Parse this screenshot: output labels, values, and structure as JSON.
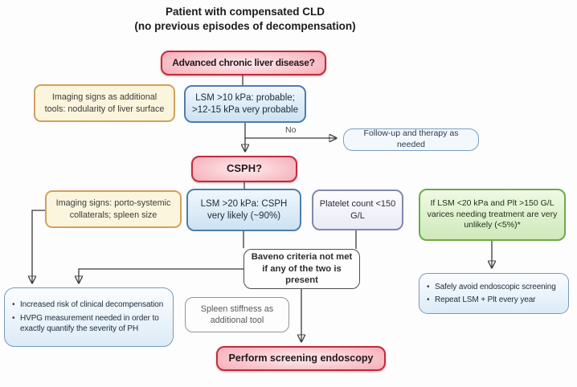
{
  "title": {
    "line1": "Patient with compensated CLD",
    "line2": "(no previous episodes of decompensation)"
  },
  "edge_labels": {
    "no": "No"
  },
  "nodes": {
    "advanced_cld": {
      "label": "Advanced chronic liver disease?"
    },
    "imaging_tools": {
      "label": "Imaging signs as additional tools: nodularity of liver surface"
    },
    "lsm10": {
      "label": "LSM >10 kPa: probable; >12-15 kPa very probable"
    },
    "follow_up": {
      "label": "Follow-up and therapy as needed"
    },
    "csph": {
      "label": "CSPH?"
    },
    "imaging_signs": {
      "label": "Imaging signs: porto-systemic collaterals; spleen size"
    },
    "lsm20": {
      "label": "LSM >20 kPa: CSPH very likely (~90%)"
    },
    "platelet": {
      "label": "Platelet count <150 G/L"
    },
    "lsm_plt_rule": {
      "label": "If LSM <20 kPa and Plt >150 G/L varices needing treatment are very unlikely (<5%)*"
    },
    "baveno": {
      "label": "Baveno criteria not met if any of the two is present"
    },
    "increased_risk": {
      "bullets": [
        "Increased risk of clinical decompensation",
        "HVPG measurement needed in order to exactly quantify the severity of PH"
      ]
    },
    "spleen_stiffness": {
      "label": "Spleen stiffness as additional tool"
    },
    "avoid_screening": {
      "bullets": [
        "Safely avoid endoscopic screening",
        "Repeat LSM + Plt every year"
      ]
    },
    "perform_endoscopy": {
      "label": "Perform screening endoscopy"
    }
  },
  "colors": {
    "red_border": "#c32b3e",
    "red_fill": "#f7b6bf",
    "blue_border": "#4e7dab",
    "blue_fill": "#d9eaf7",
    "cream_border": "#d3a05c",
    "cream_fill": "#fcf5dd",
    "green_border": "#6da94b",
    "green_fill": "#d9f0c6",
    "lavender_border": "#8089ab",
    "line": "#3a3a3a"
  }
}
